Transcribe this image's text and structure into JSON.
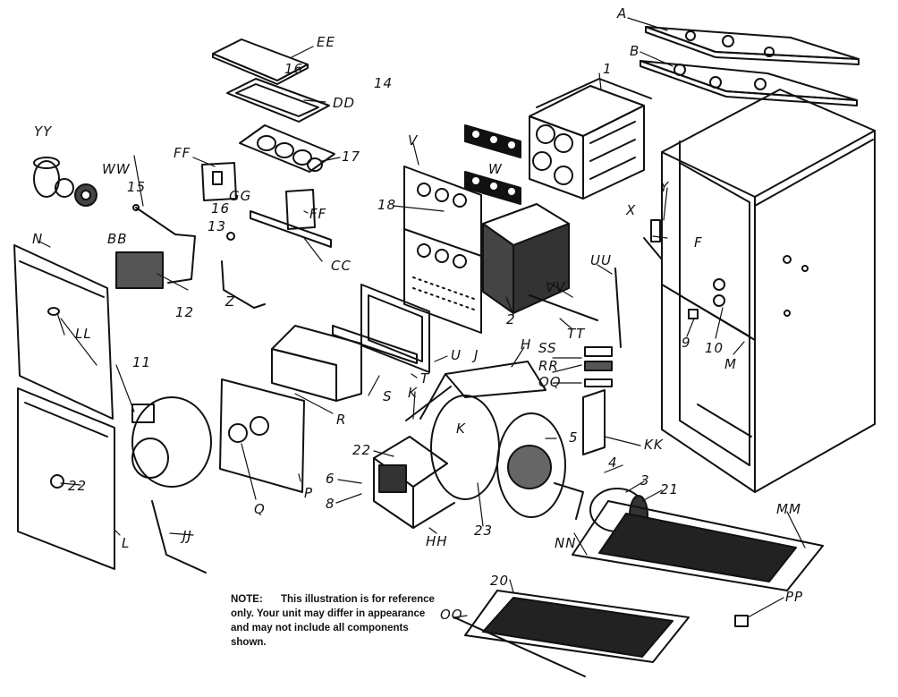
{
  "note": {
    "heading": "NOTE:",
    "text": "This illustration is for reference only.  Your unit may differ in appearance and may not include all components shown."
  },
  "labels": {
    "A": "A",
    "B": "B",
    "EE": "EE",
    "DD": "DD",
    "n16a": "16",
    "n14": "14",
    "n1": "1",
    "n17": "17",
    "YY": "YY",
    "WW": "WW",
    "FF1": "FF",
    "FF2": "FF",
    "GG": "GG",
    "n15": "15",
    "n16b": "16",
    "n13": "13",
    "BB": "BB",
    "CC": "CC",
    "V": "V",
    "W": "W",
    "n18": "18",
    "Y": "Y",
    "X": "X",
    "F": "F",
    "N": "N",
    "LL": "LL",
    "n12": "12",
    "Z": "Z",
    "n2": "2",
    "UU": "UU",
    "VV": "VV",
    "TT": "TT",
    "n9": "9",
    "n10": "10",
    "M": "M",
    "U": "U",
    "J": "J",
    "H": "H",
    "SS": "SS",
    "RR": "RR",
    "QQ": "QQ",
    "T": "T",
    "S": "S",
    "K1": "K",
    "K2": "K",
    "R": "R",
    "n11": "11",
    "n22": "22",
    "n6": "6",
    "n8": "8",
    "n5": "5",
    "n4": "4",
    "KK": "KK",
    "n3": "3",
    "n21": "21",
    "n23": "23",
    "Q": "Q",
    "P": "P",
    "HH": "HH",
    "Lc": "L",
    "JJ": "JJ",
    "MM": "MM",
    "NN": "NN",
    "n20": "20",
    "OO": "OO",
    "PP": "PP",
    "n22b": "22"
  }
}
